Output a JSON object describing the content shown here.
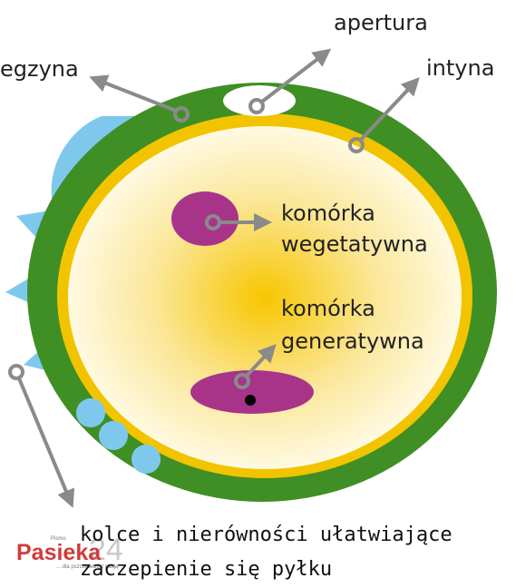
{
  "labels": {
    "apertura": "apertura",
    "egzyna": "egzyna",
    "intyna": "intyna",
    "vegetative_line1": "komórka",
    "vegetative_line2": "wegetatywna",
    "generative_line1": "komórka",
    "generative_line2": "generatywna",
    "caption_line1": "kolce i nierówności ułatwiające",
    "caption_line2": "zaczepienie się pyłku"
  },
  "logo": {
    "small_top": "Pismo",
    "name": "Pasieka",
    "number": "24",
    "tagline": "... dla pszczelarzy z pasją"
  },
  "colors": {
    "exine": "#3f8f25",
    "intine": "#f2c400",
    "cytoplasm_center": "#f7c600",
    "cytoplasm_edge": "#fffbe8",
    "cell": "#a8348a",
    "spines": "#7ec8ee",
    "arrows": "#8a8a8a",
    "nucleus": "#000000",
    "logo_name": "#d23b3b",
    "logo_number": "#c8c8c8"
  },
  "icons": {
    "arrows": "arrow-icon",
    "spines": "spike-icon",
    "bumps": "bump-icon"
  }
}
